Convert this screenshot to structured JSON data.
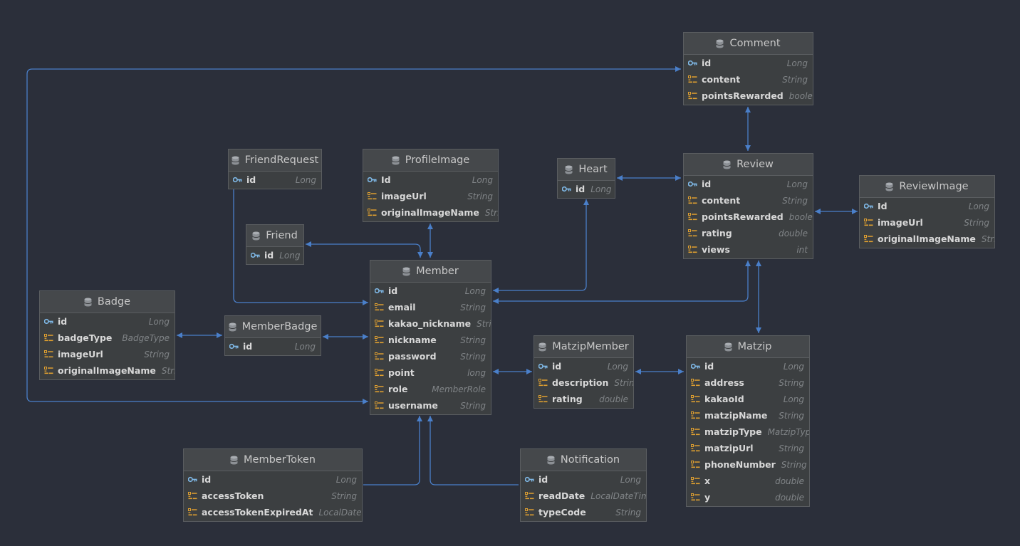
{
  "entities": [
    {
      "name": "Comment",
      "fields": [
        {
          "name": "id",
          "type": "Long",
          "kind": "key"
        },
        {
          "name": "content",
          "type": "String",
          "kind": "column"
        },
        {
          "name": "pointsRewarded",
          "type": "boolean",
          "kind": "column"
        }
      ]
    },
    {
      "name": "Review",
      "fields": [
        {
          "name": "id",
          "type": "Long",
          "kind": "key"
        },
        {
          "name": "content",
          "type": "String",
          "kind": "column"
        },
        {
          "name": "pointsRewarded",
          "type": "boolean",
          "kind": "column"
        },
        {
          "name": "rating",
          "type": "double",
          "kind": "column"
        },
        {
          "name": "views",
          "type": "int",
          "kind": "column"
        }
      ]
    },
    {
      "name": "Heart",
      "fields": [
        {
          "name": "id",
          "type": "Long",
          "kind": "key"
        }
      ]
    },
    {
      "name": "ReviewImage",
      "fields": [
        {
          "name": "Id",
          "type": "Long",
          "kind": "key"
        },
        {
          "name": "imageUrl",
          "type": "String",
          "kind": "column"
        },
        {
          "name": "originalImageName",
          "type": "String",
          "kind": "column"
        }
      ]
    },
    {
      "name": "FriendRequest",
      "fields": [
        {
          "name": "id",
          "type": "Long",
          "kind": "key"
        }
      ]
    },
    {
      "name": "ProfileImage",
      "fields": [
        {
          "name": "Id",
          "type": "Long",
          "kind": "key"
        },
        {
          "name": "imageUrl",
          "type": "String",
          "kind": "column"
        },
        {
          "name": "originalImageName",
          "type": "String",
          "kind": "column"
        }
      ]
    },
    {
      "name": "Friend",
      "fields": [
        {
          "name": "id",
          "type": "Long",
          "kind": "key"
        }
      ]
    },
    {
      "name": "Member",
      "fields": [
        {
          "name": "id",
          "type": "Long",
          "kind": "key"
        },
        {
          "name": "email",
          "type": "String",
          "kind": "column"
        },
        {
          "name": "kakao_nickname",
          "type": "String",
          "kind": "column"
        },
        {
          "name": "nickname",
          "type": "String",
          "kind": "column"
        },
        {
          "name": "password",
          "type": "String",
          "kind": "column"
        },
        {
          "name": "point",
          "type": "long",
          "kind": "column"
        },
        {
          "name": "role",
          "type": "MemberRole",
          "kind": "column"
        },
        {
          "name": "username",
          "type": "String",
          "kind": "column"
        }
      ]
    },
    {
      "name": "Badge",
      "fields": [
        {
          "name": "id",
          "type": "Long",
          "kind": "key"
        },
        {
          "name": "badgeType",
          "type": "BadgeType",
          "kind": "column"
        },
        {
          "name": "imageUrl",
          "type": "String",
          "kind": "column"
        },
        {
          "name": "originalImageName",
          "type": "String",
          "kind": "column"
        }
      ]
    },
    {
      "name": "MemberBadge",
      "fields": [
        {
          "name": "id",
          "type": "Long",
          "kind": "key"
        }
      ]
    },
    {
      "name": "MatzipMember",
      "fields": [
        {
          "name": "id",
          "type": "Long",
          "kind": "key"
        },
        {
          "name": "description",
          "type": "String",
          "kind": "column"
        },
        {
          "name": "rating",
          "type": "double",
          "kind": "column"
        }
      ]
    },
    {
      "name": "Matzip",
      "fields": [
        {
          "name": "id",
          "type": "Long",
          "kind": "key"
        },
        {
          "name": "address",
          "type": "String",
          "kind": "column"
        },
        {
          "name": "kakaoId",
          "type": "Long",
          "kind": "column"
        },
        {
          "name": "matzipName",
          "type": "String",
          "kind": "column"
        },
        {
          "name": "matzipType",
          "type": "MatzipType",
          "kind": "column"
        },
        {
          "name": "matzipUrl",
          "type": "String",
          "kind": "column"
        },
        {
          "name": "phoneNumber",
          "type": "String",
          "kind": "column"
        },
        {
          "name": "x",
          "type": "double",
          "kind": "column"
        },
        {
          "name": "y",
          "type": "double",
          "kind": "column"
        }
      ]
    },
    {
      "name": "MemberToken",
      "fields": [
        {
          "name": "id",
          "type": "Long",
          "kind": "key"
        },
        {
          "name": "accessToken",
          "type": "String",
          "kind": "column"
        },
        {
          "name": "accessTokenExpiredAt",
          "type": "LocalDateTime",
          "kind": "column"
        }
      ]
    },
    {
      "name": "Notification",
      "fields": [
        {
          "name": "id",
          "type": "Long",
          "kind": "key"
        },
        {
          "name": "readDate",
          "type": "LocalDateTime",
          "kind": "column"
        },
        {
          "name": "typeCode",
          "type": "String",
          "kind": "column"
        }
      ]
    }
  ],
  "relations": [
    {
      "from": "Comment",
      "to": "Review"
    },
    {
      "from": "Heart",
      "to": "Review"
    },
    {
      "from": "Review",
      "to": "ReviewImage"
    },
    {
      "from": "Member",
      "to": "Comment"
    },
    {
      "from": "FriendRequest",
      "to": "Member"
    },
    {
      "from": "Friend",
      "to": "Member"
    },
    {
      "from": "ProfileImage",
      "to": "Member"
    },
    {
      "from": "Heart",
      "to": "Member"
    },
    {
      "from": "Review",
      "to": "Member"
    },
    {
      "from": "Badge",
      "to": "MemberBadge"
    },
    {
      "from": "MemberBadge",
      "to": "Member"
    },
    {
      "from": "Member",
      "to": "MatzipMember"
    },
    {
      "from": "MatzipMember",
      "to": "Matzip"
    },
    {
      "from": "Review",
      "to": "Matzip"
    },
    {
      "from": "MemberToken",
      "to": "Member"
    },
    {
      "from": "Notification",
      "to": "Member"
    }
  ],
  "colors": {
    "background": "#2b2f3a",
    "edge": "#4a7fc9",
    "key_icon": "#7fb8e6",
    "column_icon": "#e0a030"
  },
  "icons": {
    "table": "database-icon",
    "key": "key-icon",
    "column": "column-icon"
  }
}
